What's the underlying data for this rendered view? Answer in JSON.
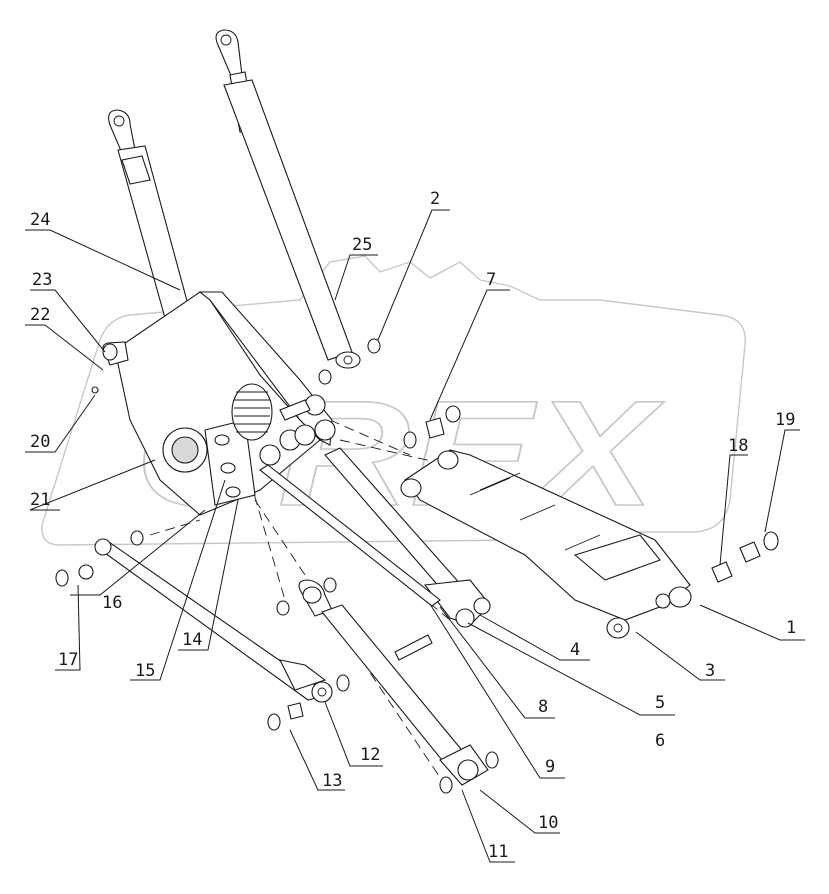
{
  "watermark": {
    "text": "OREX",
    "color": "#c8c8c8"
  },
  "callouts": [
    {
      "label": "1"
    },
    {
      "label": "2"
    },
    {
      "label": "3"
    },
    {
      "label": "4"
    },
    {
      "label": "5"
    },
    {
      "label": "6"
    },
    {
      "label": "7"
    },
    {
      "label": "8"
    },
    {
      "label": "9"
    },
    {
      "label": "10"
    },
    {
      "label": "11"
    },
    {
      "label": "12"
    },
    {
      "label": "13"
    },
    {
      "label": "14"
    },
    {
      "label": "15"
    },
    {
      "label": "16"
    },
    {
      "label": "17"
    },
    {
      "label": "18"
    },
    {
      "label": "19"
    },
    {
      "label": "20"
    },
    {
      "label": "21"
    },
    {
      "label": "22"
    },
    {
      "label": "23"
    },
    {
      "label": "24"
    },
    {
      "label": "25"
    }
  ],
  "colors": {
    "line": "#1a1a1a",
    "background": "#ffffff",
    "watermark": "#c8c8c8"
  }
}
